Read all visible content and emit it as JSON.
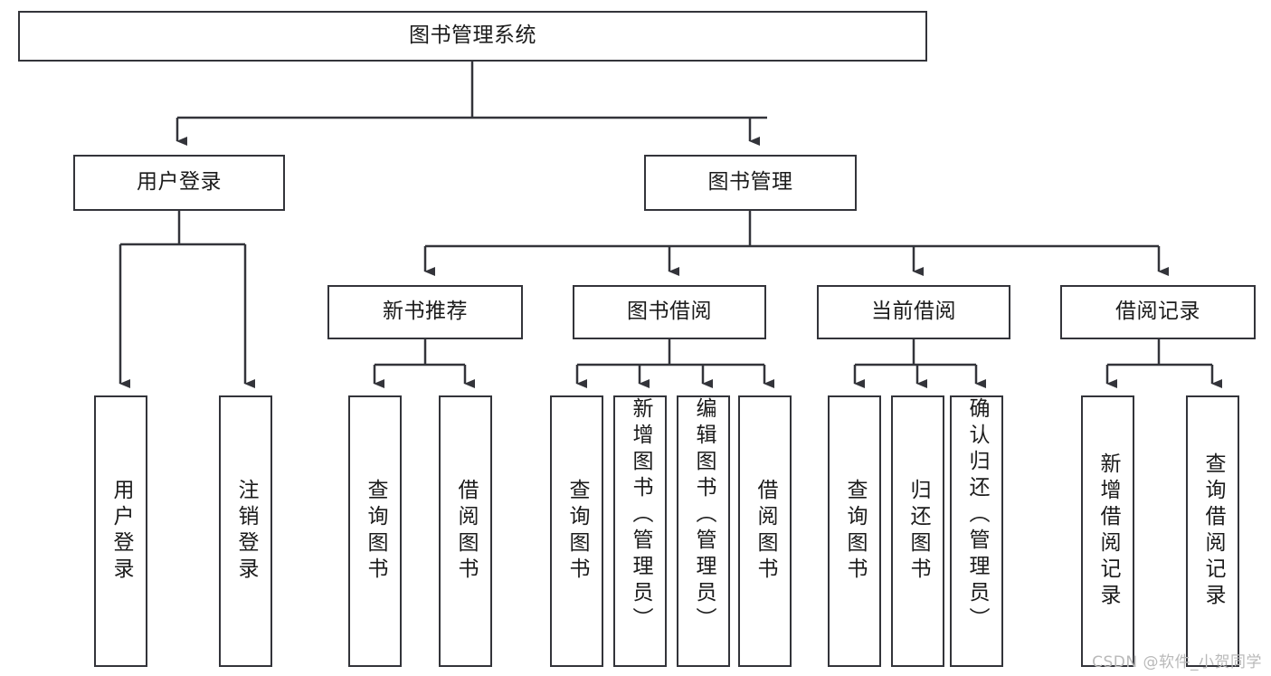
{
  "diagram": {
    "title": "图书管理系统",
    "type": "tree",
    "root": {
      "label": "图书管理系统"
    },
    "level2": [
      {
        "label": "用户登录"
      },
      {
        "label": "图书管理"
      }
    ],
    "level3": [
      {
        "label": "新书推荐"
      },
      {
        "label": "图书借阅"
      },
      {
        "label": "当前借阅"
      },
      {
        "label": "借阅记录"
      }
    ],
    "leaves": {
      "user_login": [
        {
          "label": "用户登录"
        },
        {
          "label": "注销登录"
        }
      ],
      "new_book_recommend": [
        {
          "label": "查询图书"
        },
        {
          "label": "借阅图书"
        }
      ],
      "book_borrow": [
        {
          "label": "查询图书"
        },
        {
          "label": "新增图书（管理员）"
        },
        {
          "label": "编辑图书（管理员）"
        },
        {
          "label": "借阅图书"
        }
      ],
      "current_borrow": [
        {
          "label": "查询图书"
        },
        {
          "label": "归还图书"
        },
        {
          "label": "确认归还（管理员）"
        }
      ],
      "borrow_record": [
        {
          "label": "新增借阅记录"
        },
        {
          "label": "查询借阅记录"
        }
      ]
    }
  },
  "watermark": {
    "text": "CSDN @软件_小贺同学"
  },
  "colors": {
    "border": "#33343a",
    "text": "#1b1b1b",
    "background": "#ffffff",
    "watermark": "#b9b9b9"
  }
}
